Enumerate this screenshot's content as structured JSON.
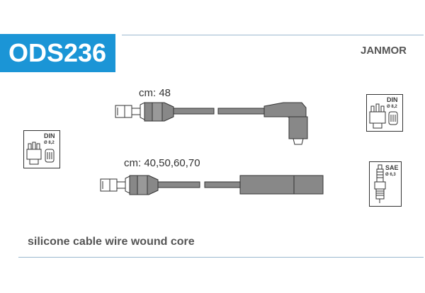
{
  "header": {
    "product_code": "ODS236",
    "brand": "JANMOR"
  },
  "cables": [
    {
      "length_label": "cm: 48"
    },
    {
      "length_label": "cm: 40,50,60,70"
    }
  ],
  "connectors": {
    "left_cap": {
      "standard": "DIN",
      "diameter": "Ø 8,2",
      "icon": "distributor-cap-icon"
    },
    "right_cap": {
      "standard": "DIN",
      "diameter": "Ø 8,2",
      "icon": "distributor-cap-icon"
    },
    "plug": {
      "standard": "SAE",
      "diameter": "Ø 6,3",
      "icon": "spark-plug-icon"
    }
  },
  "footer": {
    "description": "silicone cable wire wound core"
  }
}
